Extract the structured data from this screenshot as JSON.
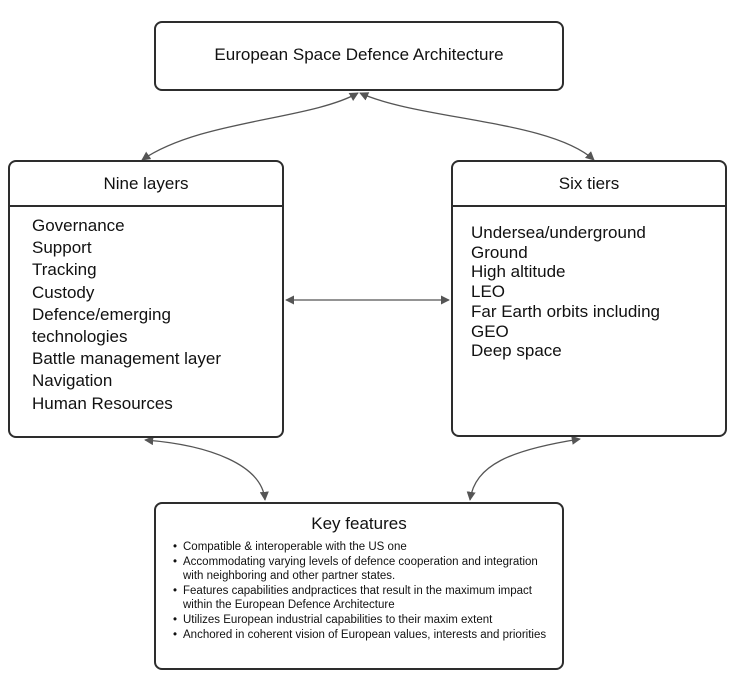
{
  "top": {
    "title": "European Space Defence Architecture"
  },
  "left": {
    "title": "Nine layers",
    "items": [
      "Governance",
      "Support",
      "Tracking",
      "Custody",
      "Defence/emerging",
      "technologies",
      "Battle management layer",
      "Navigation",
      "Human Resources"
    ]
  },
  "right": {
    "title": "Six tiers",
    "items": [
      "Undersea/underground",
      "Ground",
      "High altitude",
      "LEO",
      "Far Earth orbits including",
      "GEO",
      "Deep space"
    ]
  },
  "bottom": {
    "title": "Key features",
    "items": [
      "Compatible & interoperable with the US one",
      "Accommodating varying levels of defence cooperation and integration with neighboring and other partner states.",
      "Features capabilities andpractices that result in the maximum impact within the European Defence Architecture",
      "Utilizes European industrial capabilities to their maxim extent",
      "Anchored in coherent vision of European values, interests and priorities"
    ]
  },
  "colors": {
    "stroke": "#2d2d2d",
    "arrow": "#555555"
  }
}
